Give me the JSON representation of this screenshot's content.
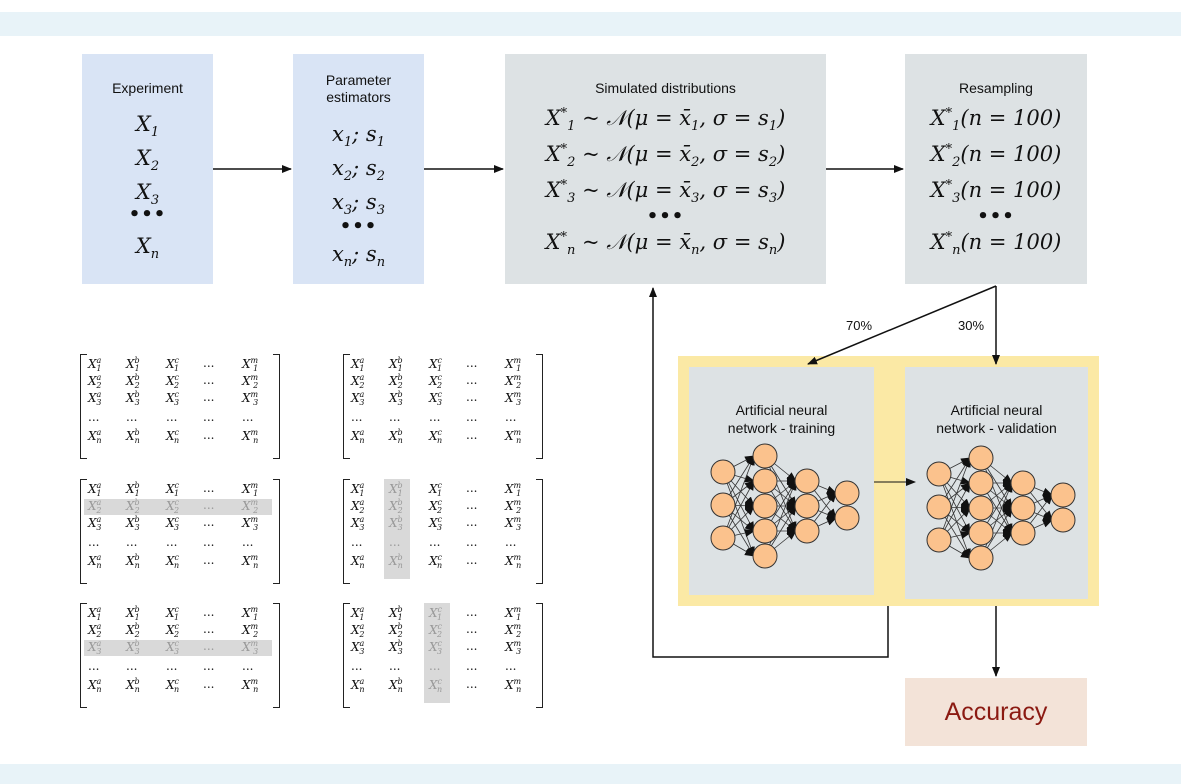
{
  "boxes": {
    "experiment": {
      "title": "Experiment",
      "items": [
        "X1",
        "X2",
        "X3",
        "...",
        "Xn"
      ]
    },
    "estimators": {
      "title": "Parameter estimators",
      "items": [
        "x1;s1",
        "x2;s2",
        "x3;s3",
        "...",
        "xn;sn"
      ]
    },
    "simulated": {
      "title": "Simulated distributions",
      "items": [
        "X*1 ~ N(μ = x̄1, σ = s1)",
        "X*2 ~ N(μ = x̄2, σ = s2)",
        "X*3 ~ N(μ = x̄3, σ = s3)",
        "...",
        "X*n ~ N(μ = x̄n, σ = sn)"
      ]
    },
    "resampling": {
      "title": "Resampling",
      "items": [
        "X*1(n = 100)",
        "X*2(n = 100)",
        "X*3(n = 100)",
        "...",
        "X*n(n = 100)"
      ]
    }
  },
  "split": {
    "train_pct": "70%",
    "valid_pct": "30%"
  },
  "nn": {
    "training_title": "Artificial neural network - training",
    "validation_title": "Artificial neural network - validation"
  },
  "accuracy": "Accuracy",
  "matrix": {
    "cols": [
      "a",
      "b",
      "c",
      "...",
      "m"
    ],
    "rows": [
      "1",
      "2",
      "3",
      "...",
      "n"
    ],
    "highlights": [
      {
        "type": "none"
      },
      {
        "type": "none"
      },
      {
        "type": "row",
        "index": 1
      },
      {
        "type": "col",
        "index": 1
      },
      {
        "type": "row",
        "index": 2
      },
      {
        "type": "col",
        "index": 2
      }
    ]
  },
  "colors": {
    "band": "#e8f3f8",
    "blue_box": "#d9e4f5",
    "grey_box": "#dde2e4",
    "highlight": "#fbe9a5",
    "neuron": "#fbc28d",
    "accuracy_text": "#8b1a12"
  }
}
